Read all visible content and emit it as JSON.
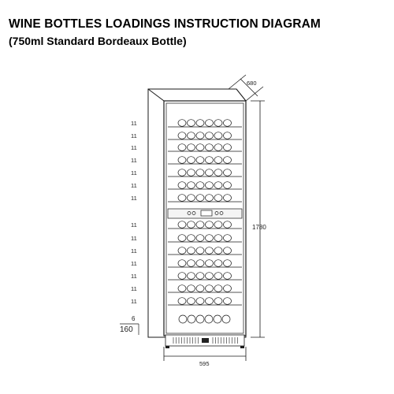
{
  "title": "WINE BOTTLES LOADINGS INSTRUCTION DIAGRAM",
  "subtitle": "(750ml Standard Bordeaux Bottle)",
  "dimensions": {
    "depth": "680",
    "height": "1780",
    "width": "595"
  },
  "shelf_counts": [
    "11",
    "11",
    "11",
    "11",
    "11",
    "11",
    "11",
    "11",
    "11",
    "11",
    "11",
    "11",
    "11",
    "11"
  ],
  "bottom_count": "6",
  "plinth_height": "160",
  "colors": {
    "line": "#1a1a1a",
    "glass": "#ffffff",
    "frame": "#2b2b2b"
  }
}
